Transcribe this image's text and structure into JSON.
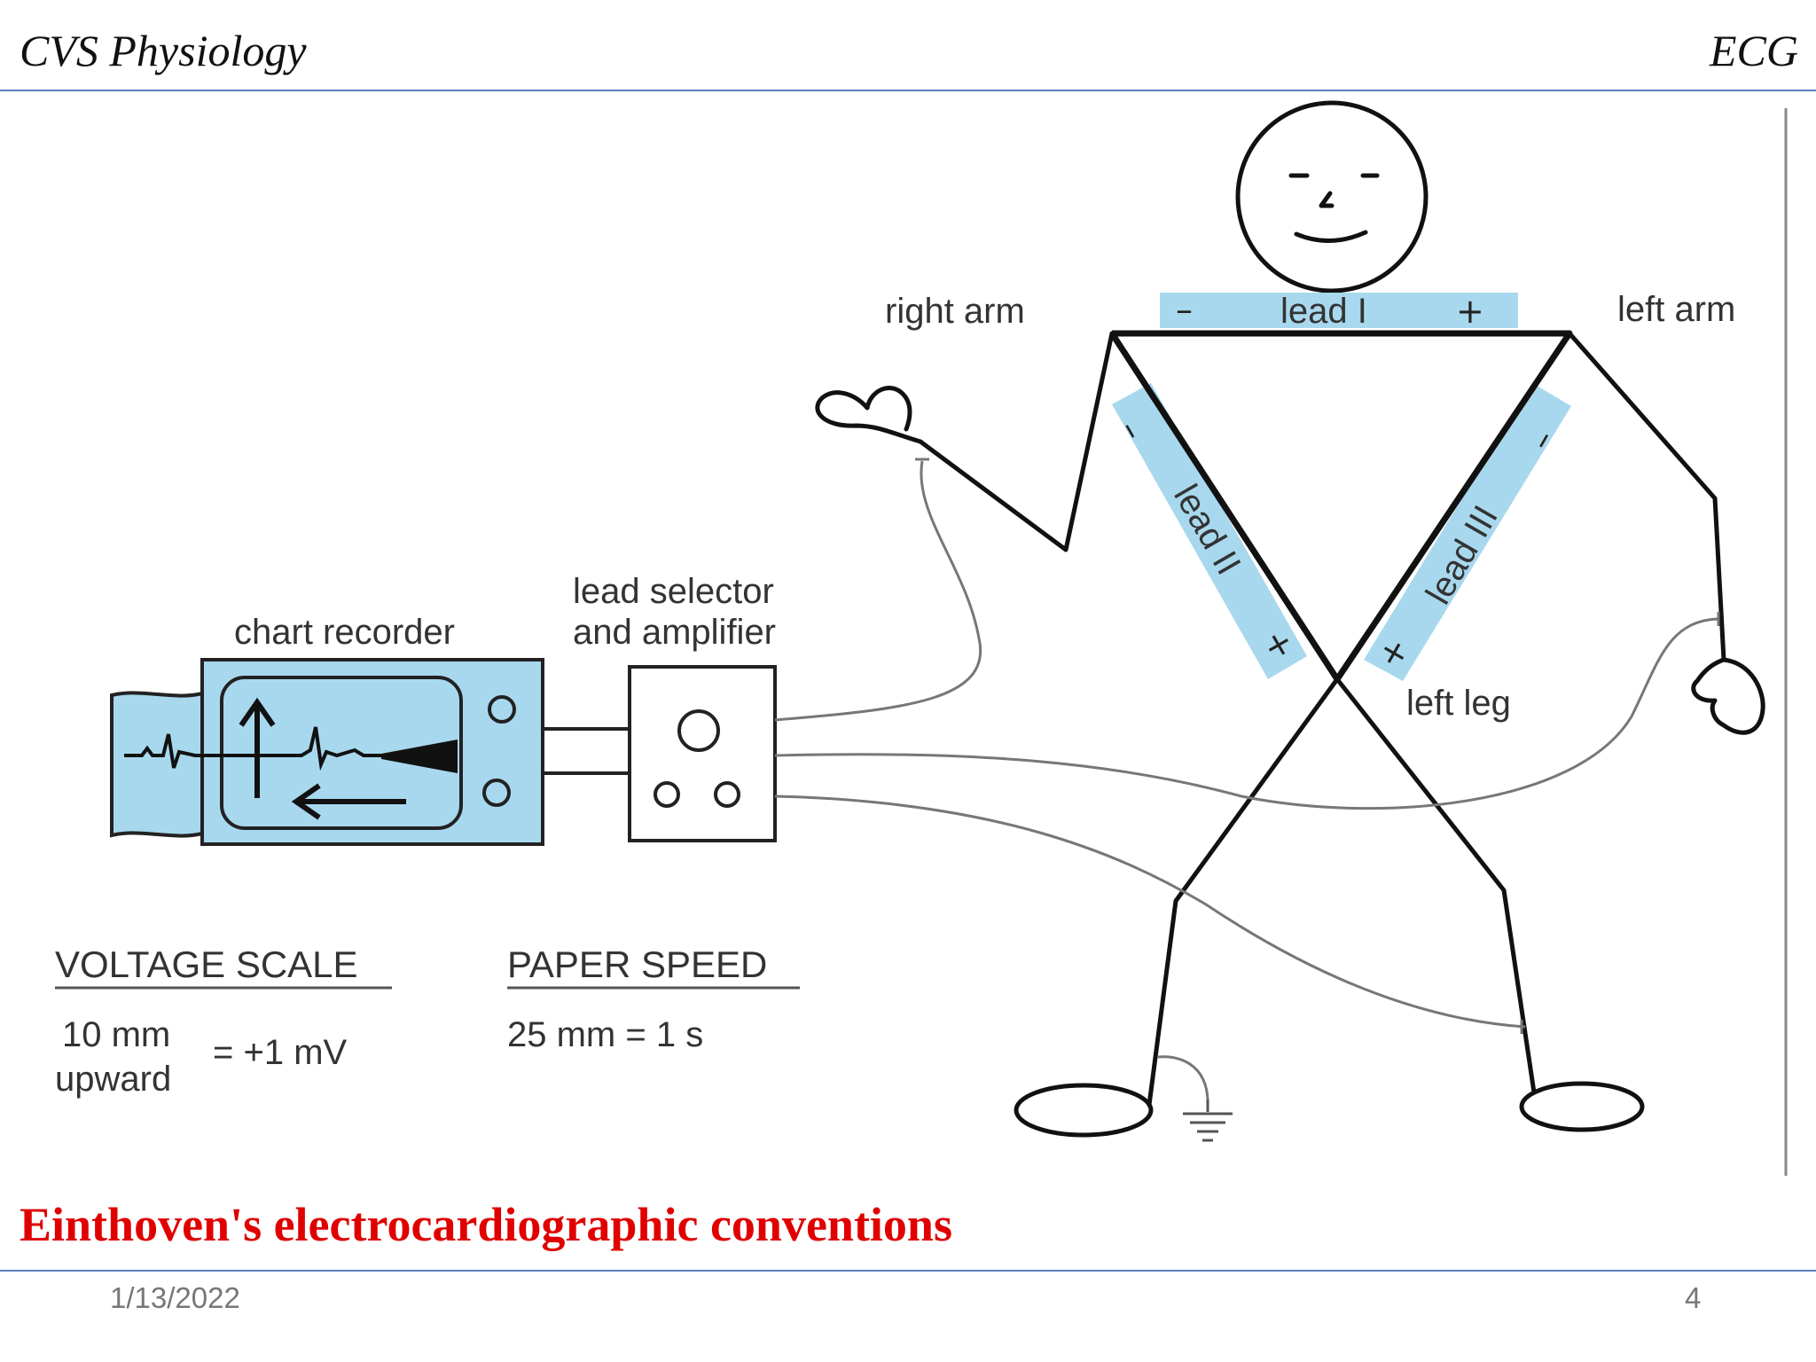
{
  "header": {
    "left_title": "CVS Physiology",
    "right_title": "ECG"
  },
  "figure": {
    "labels": {
      "right_arm": "right arm",
      "left_arm": "left arm",
      "left_leg": "left leg",
      "lead_i": "lead I",
      "lead_ii": "lead II",
      "lead_iii": "lead III",
      "minus": "–",
      "plus": "+",
      "chart_recorder": "chart recorder",
      "selector_line1": "lead selector",
      "selector_line2": "and amplifier"
    },
    "voltage_scale": {
      "heading": "VOLTAGE SCALE",
      "line1": "10 mm",
      "line2": "upward",
      "value": "= +1 mV"
    },
    "paper_speed": {
      "heading": "PAPER SPEED",
      "value": "25 mm = 1 s"
    },
    "colors": {
      "lead_band": "#a8d8ee",
      "recorder": "#a8d8ee",
      "wire": "#777777",
      "figure_line": "#111111"
    }
  },
  "caption": "Einthoven's electrocardiographic conventions",
  "footer": {
    "date": "1/13/2022",
    "page": "4"
  }
}
